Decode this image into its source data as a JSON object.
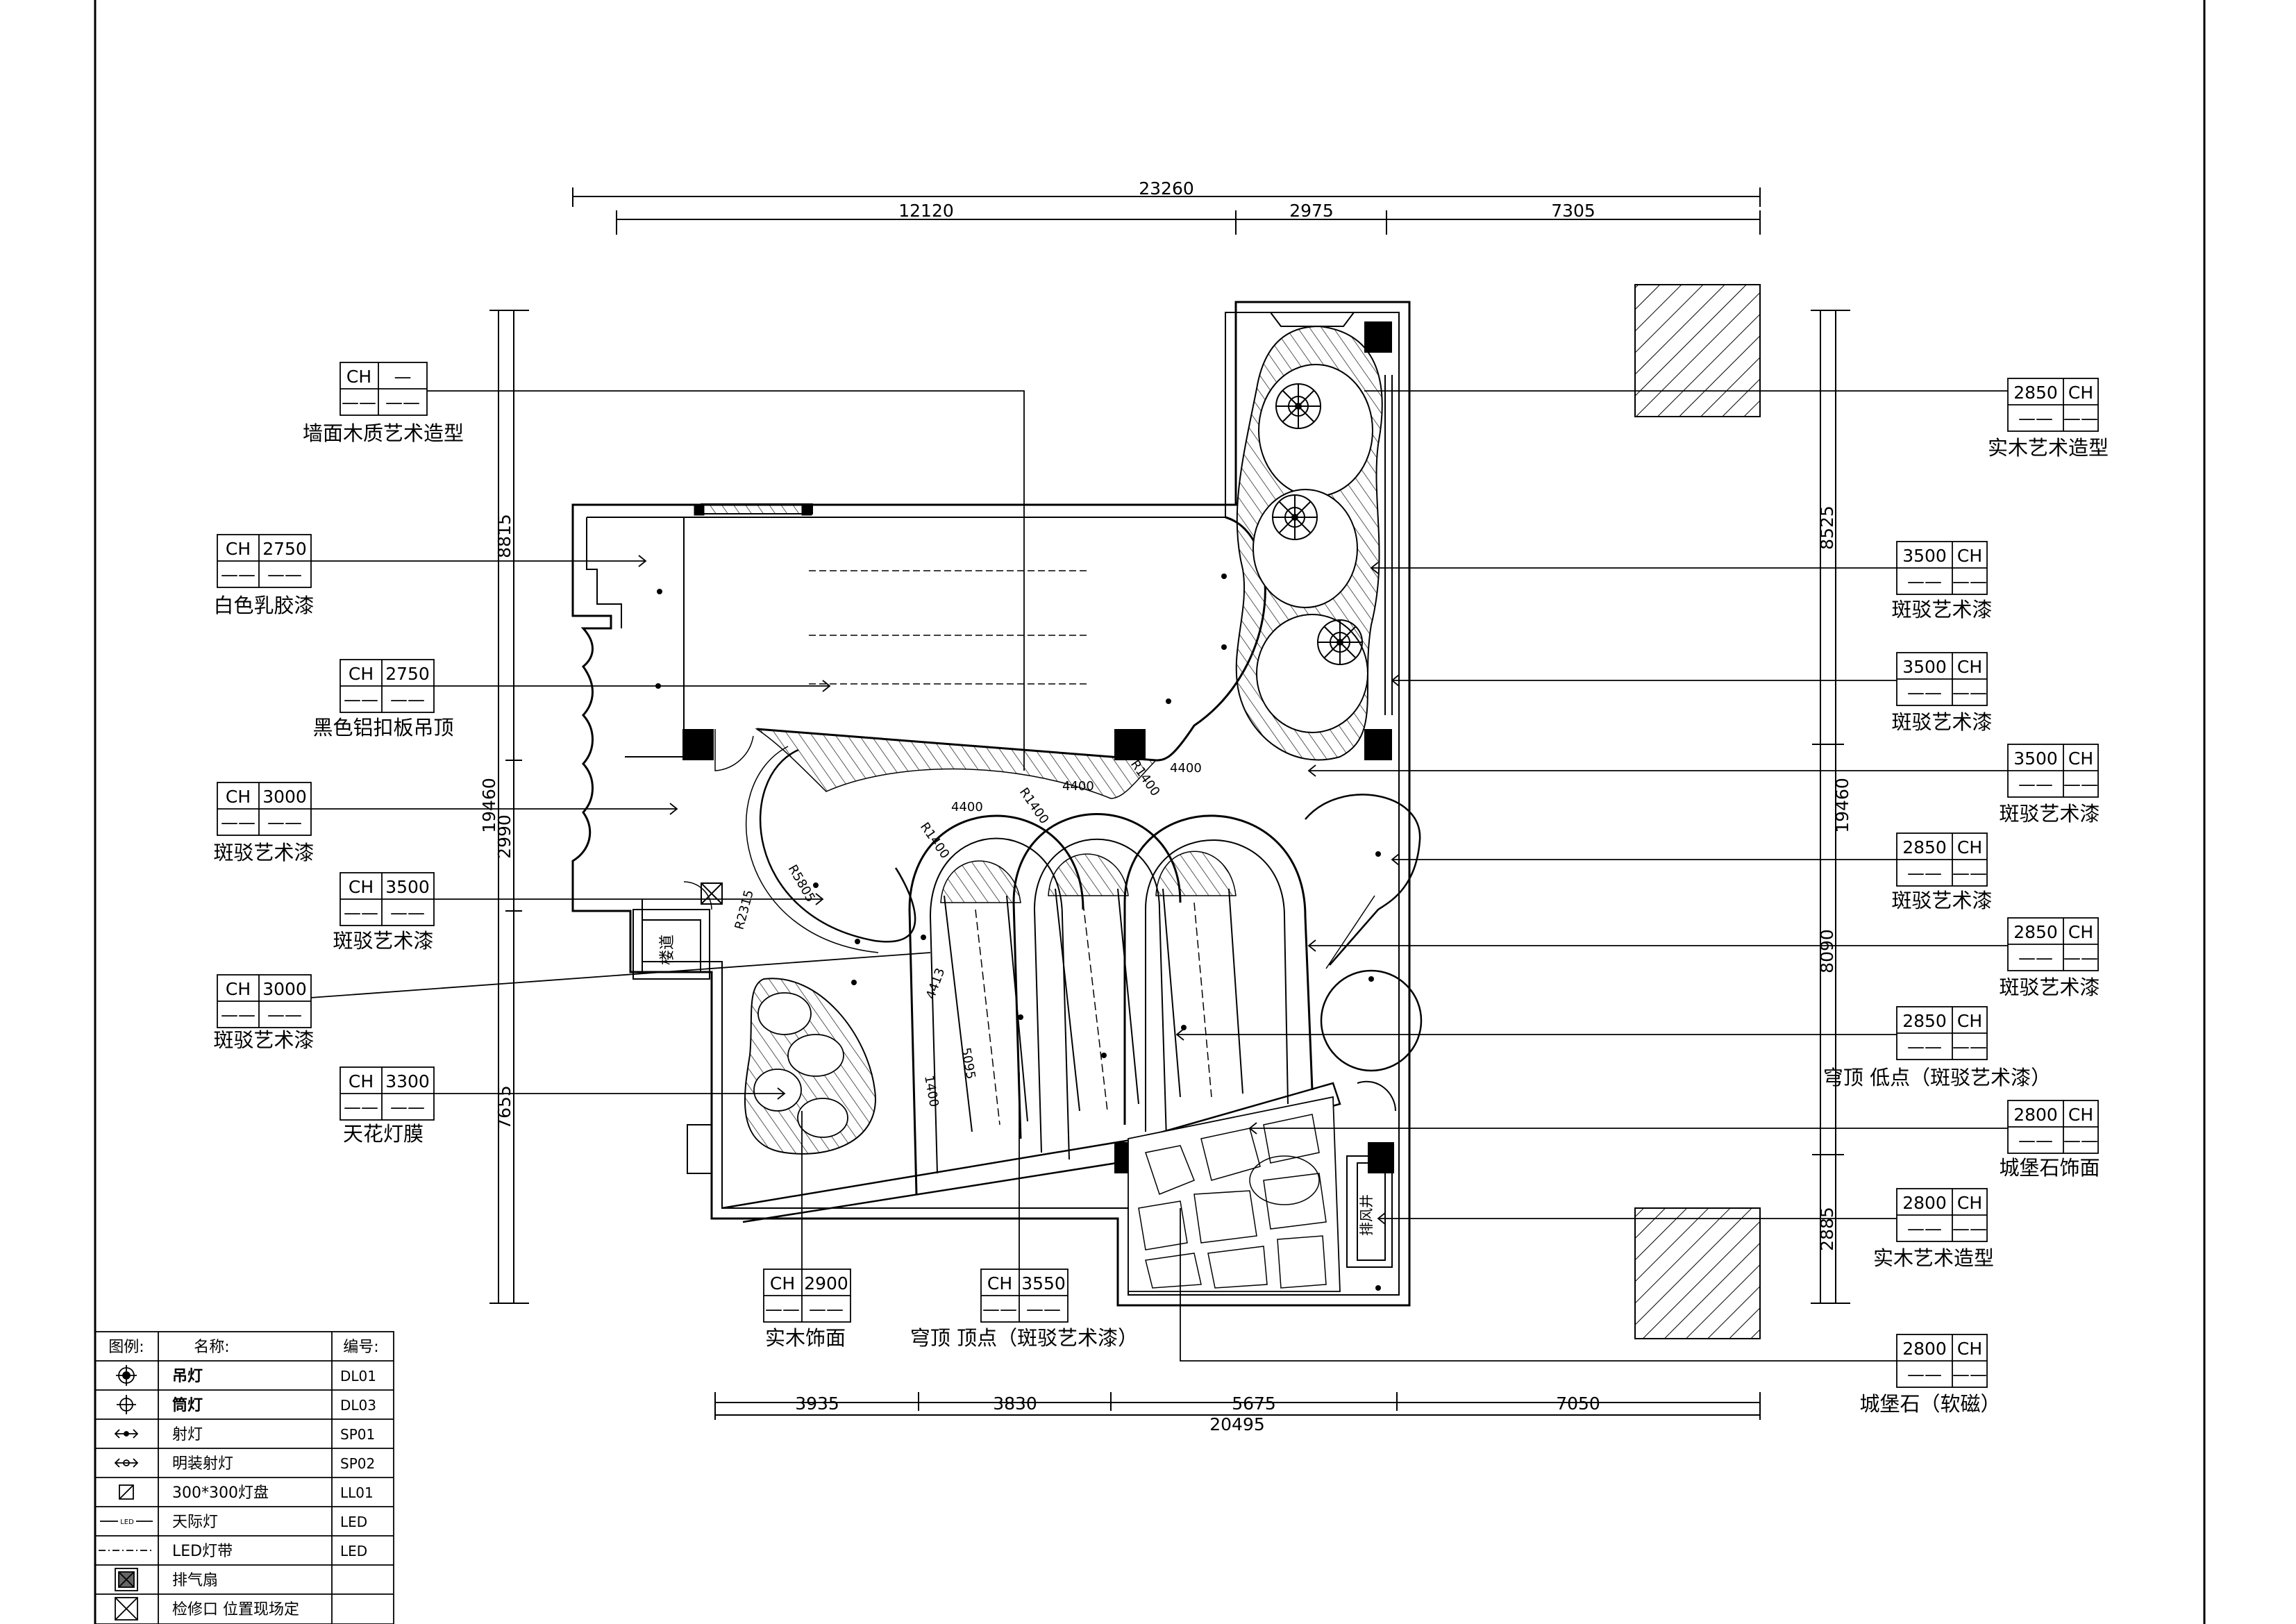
{
  "dimensions": {
    "top_total": "23260",
    "top_segments": [
      "12120",
      "2975",
      "7305"
    ],
    "bottom_total": "20495",
    "bottom_segments": [
      "3935",
      "3830",
      "5675",
      "7050"
    ],
    "left_total": "19460",
    "left_segments": [
      "8815",
      "2990",
      "7655"
    ],
    "right_total": "19460",
    "right_segments": [
      "8525",
      "8090",
      "2885"
    ],
    "radii": [
      "R1400",
      "R1400",
      "R1400",
      "4400",
      "4400",
      "4400",
      "R2315",
      "4413",
      "5095",
      "R5805",
      "1400"
    ]
  },
  "callouts_left": [
    {
      "ch": "CH",
      "value": "—",
      "sub_left": "——",
      "sub_right": "——",
      "label": "墙面木质艺术造型"
    },
    {
      "ch": "CH",
      "value": "2750",
      "sub_left": "——",
      "sub_right": "——",
      "label": "白色乳胶漆"
    },
    {
      "ch": "CH",
      "value": "2750",
      "sub_left": "——",
      "sub_right": "——",
      "label": "黑色铝扣板吊顶"
    },
    {
      "ch": "CH",
      "value": "3000",
      "sub_left": "——",
      "sub_right": "——",
      "label": "斑驳艺术漆"
    },
    {
      "ch": "CH",
      "value": "3500",
      "sub_left": "——",
      "sub_right": "——",
      "label": "斑驳艺术漆"
    },
    {
      "ch": "CH",
      "value": "3000",
      "sub_left": "——",
      "sub_right": "——",
      "label": "斑驳艺术漆"
    },
    {
      "ch": "CH",
      "value": "3300",
      "sub_left": "——",
      "sub_right": "——",
      "label": "天花灯膜"
    }
  ],
  "callouts_bottom": [
    {
      "ch": "CH",
      "value": "2900",
      "sub_left": "——",
      "sub_right": "——",
      "label": "实木饰面"
    },
    {
      "ch": "CH",
      "value": "3550",
      "sub_left": "——",
      "sub_right": "——",
      "label": "穹顶  顶点（斑驳艺术漆）"
    }
  ],
  "callouts_right": [
    {
      "ch": "CH",
      "value": "2850",
      "sub_left": "——",
      "sub_right": "——",
      "label": "实木艺术造型"
    },
    {
      "ch": "CH",
      "value": "3500",
      "sub_left": "——",
      "sub_right": "——",
      "label": "斑驳艺术漆"
    },
    {
      "ch": "CH",
      "value": "3500",
      "sub_left": "——",
      "sub_right": "——",
      "label": "斑驳艺术漆"
    },
    {
      "ch": "CH",
      "value": "3500",
      "sub_left": "——",
      "sub_right": "——",
      "label": "斑驳艺术漆"
    },
    {
      "ch": "CH",
      "value": "2850",
      "sub_left": "——",
      "sub_right": "——",
      "label": "斑驳艺术漆"
    },
    {
      "ch": "CH",
      "value": "2850",
      "sub_left": "——",
      "sub_right": "——",
      "label": "斑驳艺术漆"
    },
    {
      "ch": "CH",
      "value": "2850",
      "sub_left": "——",
      "sub_right": "——",
      "label": "穹顶  低点（斑驳艺术漆）"
    },
    {
      "ch": "CH",
      "value": "2800",
      "sub_left": "——",
      "sub_right": "——",
      "label": "城堡石饰面"
    },
    {
      "ch": "CH",
      "value": "2800",
      "sub_left": "——",
      "sub_right": "——",
      "label": "实木艺术造型"
    },
    {
      "ch": "CH",
      "value": "2800",
      "sub_left": "——",
      "sub_right": "——",
      "label": "城堡石（软磁）"
    }
  ],
  "rooms": {
    "stair": "楼道",
    "vent_shaft": "排风井"
  },
  "legend": {
    "headers": [
      "图例:",
      "名称:",
      "编号:"
    ],
    "rows": [
      {
        "icon": "pendant-lamp-icon",
        "name": "吊灯",
        "code": "DL01"
      },
      {
        "icon": "downlight-icon",
        "name": "筒灯",
        "code": "DL03"
      },
      {
        "icon": "spotlight-icon",
        "name": "射灯",
        "code": "SP01"
      },
      {
        "icon": "surface-spotlight-icon",
        "name": "明装射灯",
        "code": "SP02"
      },
      {
        "icon": "panel-light-icon",
        "name": "300*300灯盘",
        "code": "LL01"
      },
      {
        "icon": "skyline-light-icon",
        "name": "天际灯",
        "code": "LED",
        "icon_text": "LED"
      },
      {
        "icon": "led-strip-icon",
        "name": "LED灯带",
        "code": "LED"
      },
      {
        "icon": "exhaust-fan-icon",
        "name": "排气扇",
        "code": ""
      },
      {
        "icon": "access-panel-icon",
        "name": "检修口  位置现场定",
        "code": ""
      }
    ]
  }
}
